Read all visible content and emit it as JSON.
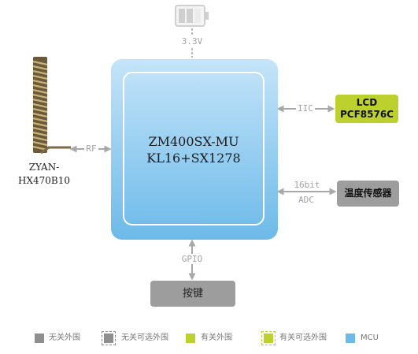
{
  "power": {
    "label": "3.3V",
    "icon": "battery-icon"
  },
  "mcu": {
    "line1": "ZM400SX-MU",
    "line2": "KL16+SX1278",
    "color": "#6dbae9"
  },
  "antenna": {
    "label_line1": "ZYAN-",
    "label_line2": "HX470B10",
    "link": "RF"
  },
  "lcd": {
    "link": "IIC",
    "line1": "LCD",
    "line2": "PCF8576C",
    "color": "#bcd12e"
  },
  "temp_sensor": {
    "link_line1": "16bit",
    "link_line2": "ADC",
    "label": "温度传感器",
    "color": "#9d9d9d"
  },
  "keys": {
    "link": "GPIO",
    "label": "按键"
  },
  "legend": [
    {
      "label": "无关外围"
    },
    {
      "label": "无关可选外围"
    },
    {
      "label": "有关外围"
    },
    {
      "label": "有关可选外围"
    },
    {
      "label": "MCU"
    }
  ]
}
